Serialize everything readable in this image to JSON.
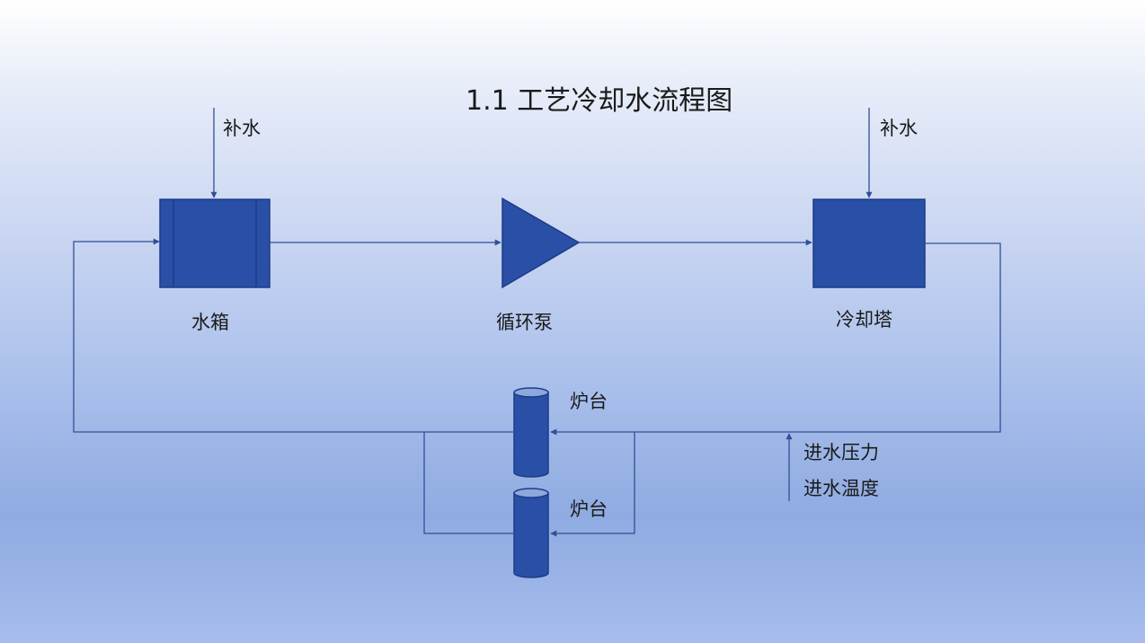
{
  "title": "1.1 工艺冷却水流程图",
  "labels": {
    "makeup_water_tank": "补水",
    "makeup_water_tower": "补水",
    "water_tank": "水箱",
    "circulation_pump": "循环泵",
    "cooling_tower": "冷却塔",
    "furnace_1": "炉台",
    "furnace_2": "炉台",
    "inlet_pressure": "进水压力",
    "inlet_temperature": "进水温度"
  },
  "colors": {
    "equipment_fill": "#2a4fa6",
    "equipment_stroke": "#1c3c88",
    "pipe_line": "#2f4f9a",
    "furnace_top": "#8ea7dc"
  }
}
